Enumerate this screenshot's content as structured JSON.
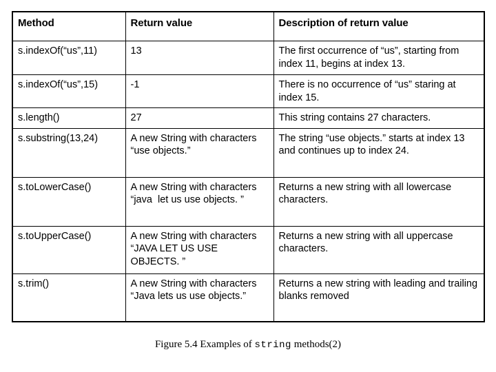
{
  "slide": {
    "background_color": "#ffffff",
    "text_color": "#000000",
    "caption": {
      "prefix": "Figure 5.4 Examples of ",
      "mono_term": "string",
      "suffix": " methods(2)"
    }
  },
  "table": {
    "headers": [
      "Method",
      "Return value",
      "Description of return value"
    ],
    "rows": [
      {
        "method": "s.indexOf(“us”,11)",
        "return_value": "13",
        "description": "The first occurrence of “us”, starting from index 11, begins at index 13."
      },
      {
        "method": "s.indexOf(“us”,15)",
        "return_value": "-1",
        "description": "There is no occurrence of “us” staring at index 15."
      },
      {
        "method": "s.length()",
        "return_value": "27",
        "description": "This string contains 27 characters."
      },
      {
        "method": "s.substring(13,24)",
        "return_value": "A new String with characters “use objects.”",
        "description": "The string “use objects.” starts at index 13 and continues up to index 24."
      },
      {
        "method": "s.toLowerCase()",
        "return_value": "A new String with characters “java  let us use objects. ”",
        "description": "Returns a new string with all lowercase characters."
      },
      {
        "method": "s.toUpperCase()",
        "return_value": "A new String with characters “JAVA LET US USE OBJECTS. ”",
        "description": "Returns a new string with all uppercase characters."
      },
      {
        "method": "s.trim()",
        "return_value": "A new String with characters “Java lets us use objects.”",
        "description": "Returns a new string with leading and trailing blanks removed"
      }
    ]
  }
}
